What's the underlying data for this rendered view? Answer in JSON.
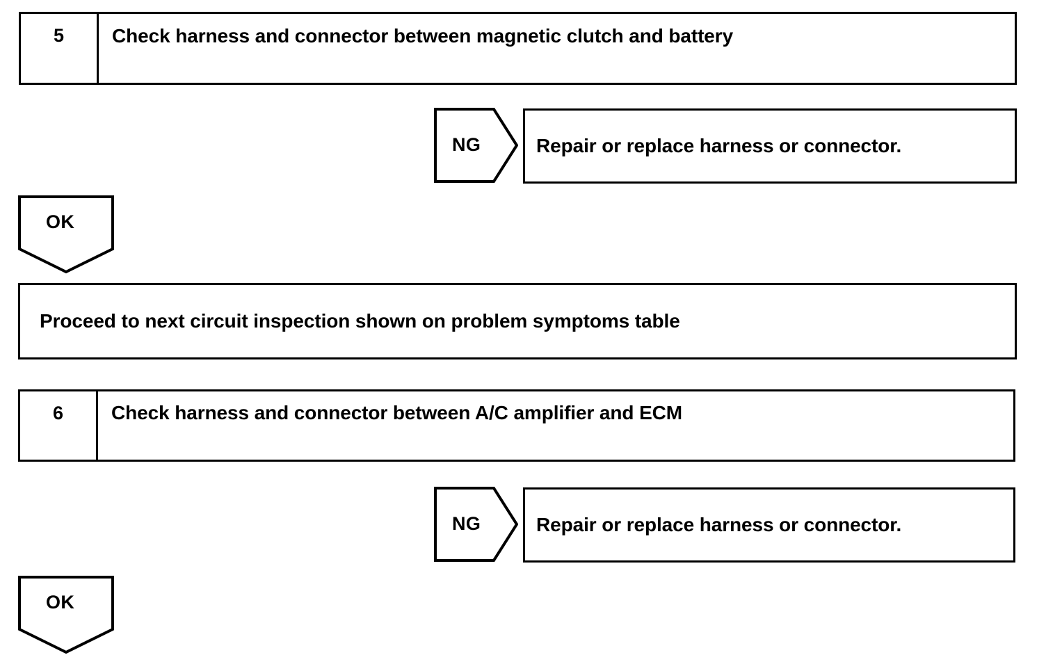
{
  "document": {
    "type": "troubleshooting-flowchart",
    "line_color": "#000000",
    "background_color": "#ffffff",
    "text_color": "#000000"
  },
  "steps": [
    {
      "number": "5",
      "instruction": "Check harness and connector between magnetic clutch and battery",
      "branches": {
        "ng": {
          "tag": "NG",
          "action": "Repair or replace harness or connector."
        },
        "ok": {
          "tag": "OK"
        }
      }
    },
    {
      "number": "6",
      "instruction": "Check harness and connector between A/C amplifier and ECM",
      "branches": {
        "ng": {
          "tag": "NG",
          "action": "Repair or replace harness or connector."
        },
        "ok": {
          "tag": "OK"
        }
      }
    }
  ],
  "proceed_note": "Proceed to next circuit inspection shown on problem symptoms table"
}
